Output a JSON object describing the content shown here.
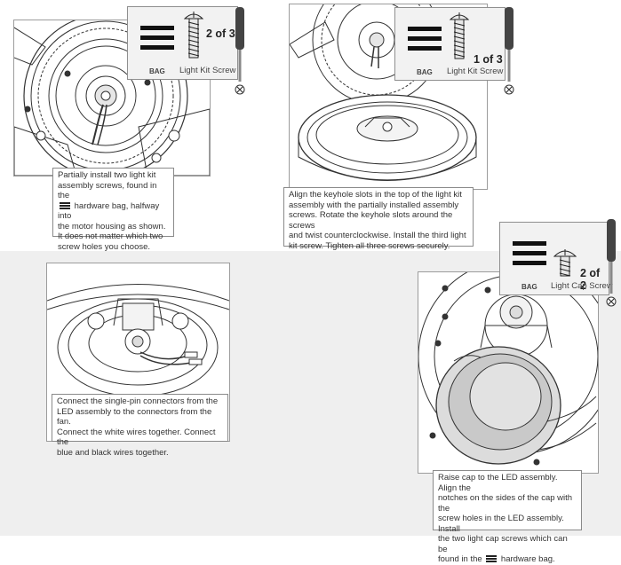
{
  "steps": [
    {
      "caption": [
        "Partially install two light kit",
        "assembly screws, found in the",
        "[bag] hardware bag, halfway into",
        "the motor housing as shown.",
        "It does not matter which two",
        "screw holes you choose."
      ],
      "badge": {
        "bag_label": "BAG",
        "count": "2 of 3",
        "screw_name": "Light Kit Screw",
        "screw_icon": "machine-screw-icon"
      }
    },
    {
      "caption": [
        "Align the keyhole slots in the top of the light kit",
        "assembly with the partially installed assembly",
        "screws. Rotate the keyhole slots around the screws",
        "and twist counterclockwise.  Install the third light",
        "kit screw. Tighten all three screws securely."
      ],
      "badge": {
        "bag_label": "BAG",
        "count": "1 of 3",
        "screw_name": "Light Kit Screw",
        "screw_icon": "machine-screw-icon"
      }
    },
    {
      "caption": [
        "Connect the single-pin connectors from the",
        "LED assembly to the connectors from the fan.",
        "Connect the white wires together. Connect the",
        "blue and black wires together."
      ]
    },
    {
      "caption": [
        "Raise cap to the LED assembly. Align the",
        "notches on the sides of the cap with the",
        "screw holes in the LED assembly. Install",
        "the two light cap screws which can be",
        "found in the [bag] hardware bag."
      ],
      "badge": {
        "bag_label": "BAG",
        "count": "2 of 2",
        "screw_name": "Light Cap Screw",
        "screw_icon": "pan-head-screw-icon"
      }
    }
  ]
}
